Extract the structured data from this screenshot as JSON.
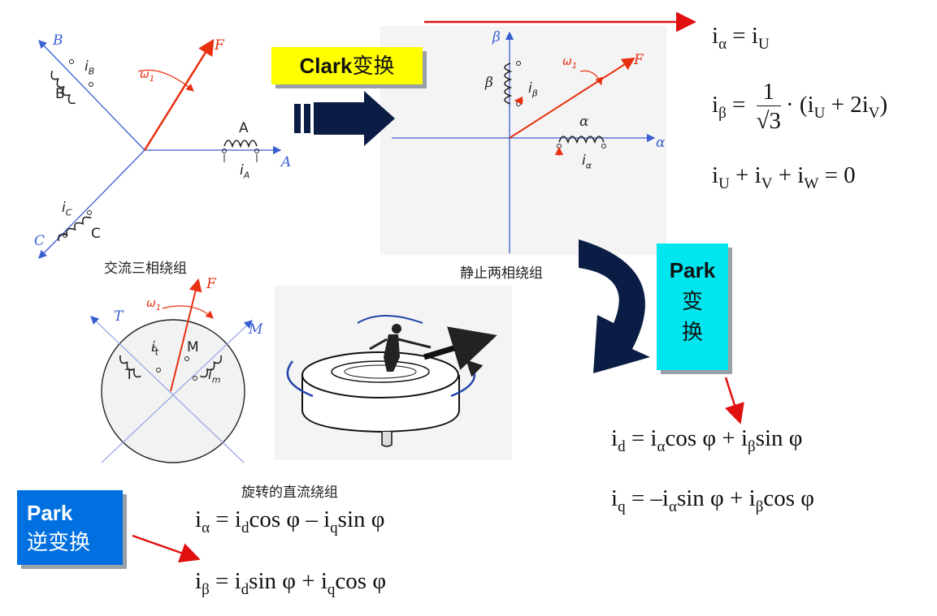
{
  "captions": {
    "three_phase": "交流三相绕组",
    "two_phase": "静止两相绕组",
    "rotating": "旋转的直流绕组"
  },
  "boxes": {
    "clark": {
      "title": "Clark",
      "suffix": "变换",
      "bg": "#ffff00"
    },
    "park": {
      "title": "Park",
      "line2": "变",
      "line3": "换",
      "bg": "#00e5ee"
    },
    "park_inverse": {
      "title": "Park",
      "line2": "逆变换",
      "bg": "#0070e0"
    }
  },
  "diagram_labels": {
    "abc": {
      "B": "B",
      "B_coil": "B",
      "iB": "i",
      "iB_sub": "B",
      "F": "F",
      "omega": "ω",
      "omega_sub": "1",
      "A": "A",
      "A_coil": "A",
      "iA": "i",
      "iA_sub": "A",
      "C": "C",
      "C_coil": "C",
      "iC": "i",
      "iC_sub": "C"
    },
    "ab": {
      "beta_axis": "β",
      "beta_coil": "β",
      "ibeta": "i",
      "ibeta_sub": "β",
      "omega": "ω",
      "omega_sub": "1",
      "F": "F",
      "alpha_coil": "α",
      "alpha_axis": "α",
      "ialpha": "i",
      "ialpha_sub": "α"
    },
    "mt": {
      "F": "F",
      "omega": "ω",
      "omega_sub": "1",
      "T_axis": "T",
      "M_axis": "M",
      "it": "i",
      "it_sub": "t",
      "M_coil": "M",
      "T_coil": "T",
      "im": "i",
      "im_sub": "m"
    }
  },
  "equations": {
    "clark": [
      {
        "lhs": "i",
        "lhs_sub": "α",
        "rhs": "= i",
        "rhs_sub": "U"
      },
      {
        "lhs": "i",
        "lhs_sub": "β",
        "eq": "=",
        "num": "1",
        "den": "√3",
        "rest": "· (i",
        "rest_sub1": "U",
        "rest2": " + 2i",
        "rest_sub2": "V",
        "rest3": ")"
      },
      {
        "t1": "i",
        "s1": "U",
        "t2": " + i",
        "s2": "V",
        "t3": " + i",
        "s3": "W",
        "t4": " = 0"
      }
    ],
    "park": [
      {
        "a": "i",
        "as": "d",
        "b": " = i",
        "bs": "α",
        "c": "cos φ + i",
        "cs": "β",
        "d": "sin φ"
      },
      {
        "a": "i",
        "as": "q",
        "b": " = –i",
        "bs": "α",
        "c": "sin φ + i",
        "cs": "β",
        "d": "cos φ"
      }
    ],
    "inverse": [
      {
        "a": "i",
        "as": "α",
        "b": " = i",
        "bs": "d",
        "c": "cos φ – i",
        "cs": "q",
        "d": "sin φ"
      },
      {
        "a": "i",
        "as": "β",
        "b": " = i",
        "bs": "d",
        "c": "sin φ + i",
        "cs": "q",
        "d": "cos φ"
      }
    ]
  },
  "colors": {
    "axis_blue": "#3a5fd0",
    "vector_red": "#e83010",
    "arrow_navy": "#0b1d45",
    "pointer_red": "#e01010"
  }
}
